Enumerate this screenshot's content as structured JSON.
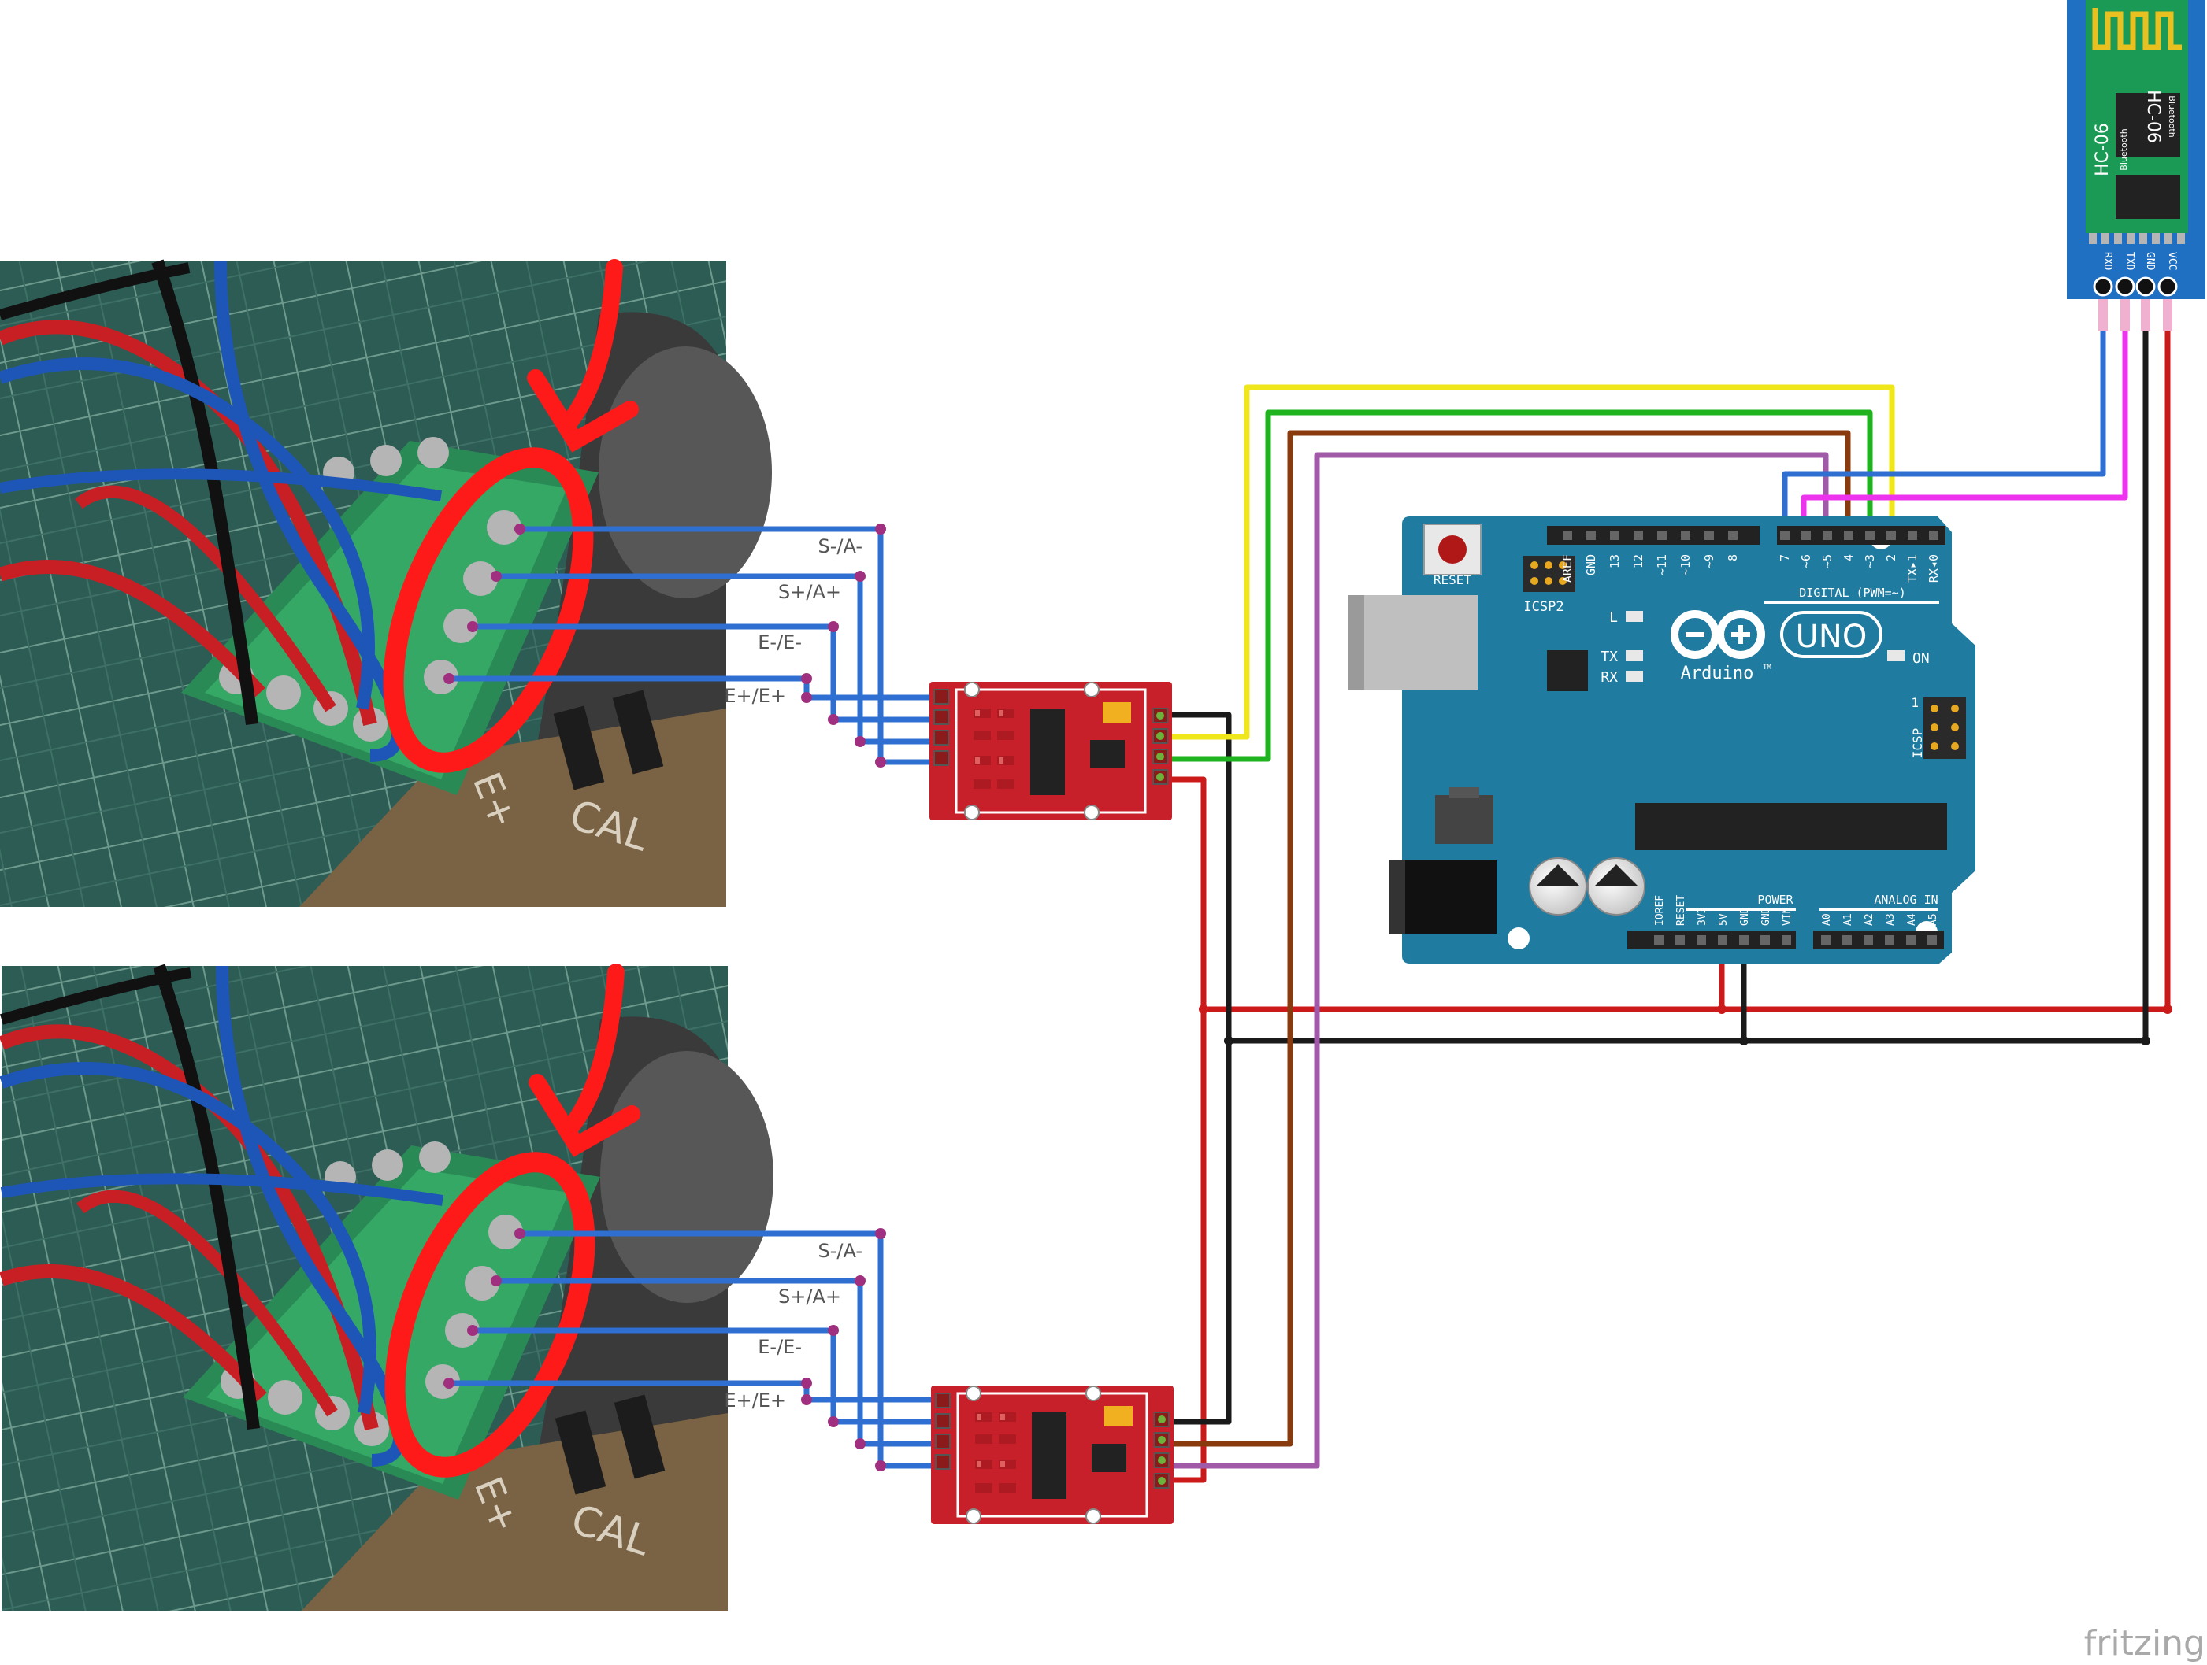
{
  "photo_labels": {
    "s_minus": "S-/A-",
    "s_plus": "S+/A+",
    "e_minus": "E-/E-",
    "e_plus": "E+/E+",
    "photo_print_e_plus": "E+",
    "photo_print_cal": "CAL"
  },
  "arduino": {
    "reset": "RESET",
    "icsp2": "ICSP2",
    "icsp": "ICSP",
    "led_l": "L",
    "led_tx": "TX",
    "led_rx": "RX",
    "led_on": "ON",
    "brand": "Arduino",
    "tm": "TM",
    "model": "UNO",
    "digital": "DIGITAL (PWM=~)",
    "power": "POWER",
    "analog_in": "ANALOG IN",
    "icsp_pin1": "1",
    "top_pins": [
      "AREF",
      "GND",
      "13",
      "12",
      "~11",
      "~10",
      "~9",
      "8",
      "7",
      "~6",
      "~5",
      "4",
      "~3",
      "2",
      "TX▸1",
      "RX◂0"
    ],
    "power_pins": [
      "IOREF",
      "RESET",
      "3V3",
      "5V",
      "GND",
      "GND",
      "VIN"
    ],
    "analog_pins": [
      "A0",
      "A1",
      "A2",
      "A3",
      "A4",
      "A5"
    ]
  },
  "bluetooth": {
    "model": "HC-06",
    "sub": "Bluetooth",
    "pins": [
      "RXD",
      "TXD",
      "GND",
      "VCC"
    ]
  },
  "watermark": "fritzing",
  "colors": {
    "blue_wire": "#2f6fd1",
    "red_wire": "#cc1a1a",
    "black_wire": "#1a1a1a",
    "yellow_wire": "#f0e61c",
    "green_wire": "#1fb31f",
    "brown_wire": "#8a3b0e",
    "purple_wire": "#a05aa8",
    "magenta_wire": "#ee33ee",
    "arduino_board": "#1f7ba0",
    "hx711_board": "#c8202a",
    "hc06_board": "#1f6fc2"
  }
}
